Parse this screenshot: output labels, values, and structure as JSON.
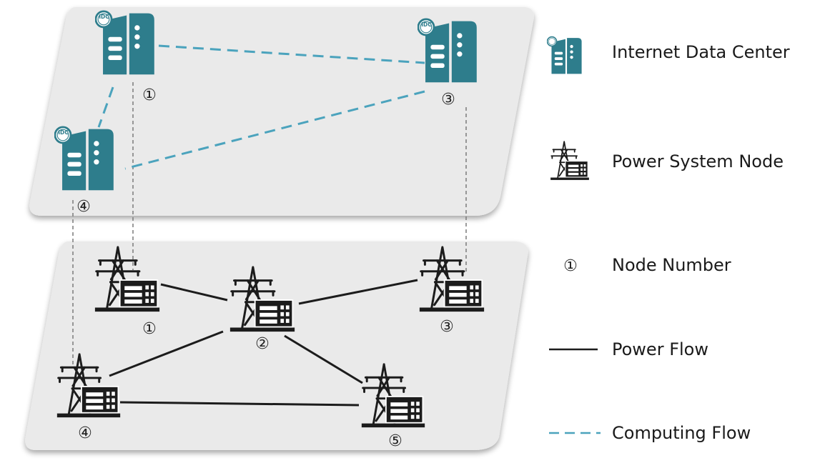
{
  "colors": {
    "idc": "#2E7D8C",
    "tower": "#1C1C1C",
    "plane_fill": "#E9E9E9",
    "computing_flow": "#4BA3BD",
    "power_flow": "#1C1C1C",
    "vertical_link": "#7A7A7A"
  },
  "idc_nodes": [
    {
      "label": "①",
      "badge": "IDC"
    },
    {
      "label": "③",
      "badge": "IDC"
    },
    {
      "label": "④",
      "badge": "IDC"
    }
  ],
  "power_nodes": [
    {
      "label": "①"
    },
    {
      "label": "②"
    },
    {
      "label": "③"
    },
    {
      "label": "④"
    },
    {
      "label": "⑤"
    }
  ],
  "computing_links": [
    [
      "①",
      "③"
    ],
    [
      "①",
      "④"
    ],
    [
      "③",
      "④"
    ]
  ],
  "power_links": [
    [
      "①",
      "②"
    ],
    [
      "②",
      "③"
    ],
    [
      "②",
      "④"
    ],
    [
      "②",
      "⑤"
    ],
    [
      "④",
      "⑤"
    ]
  ],
  "mapping_links": [
    [
      "①",
      "①"
    ],
    [
      "③",
      "③"
    ],
    [
      "④",
      "④"
    ]
  ],
  "legend": {
    "idc": "Internet Data Center",
    "power_node": "Power System Node",
    "node_number_symbol": "①",
    "node_number": "Node Number",
    "power_flow": "Power Flow",
    "computing_flow": "Computing Flow"
  }
}
